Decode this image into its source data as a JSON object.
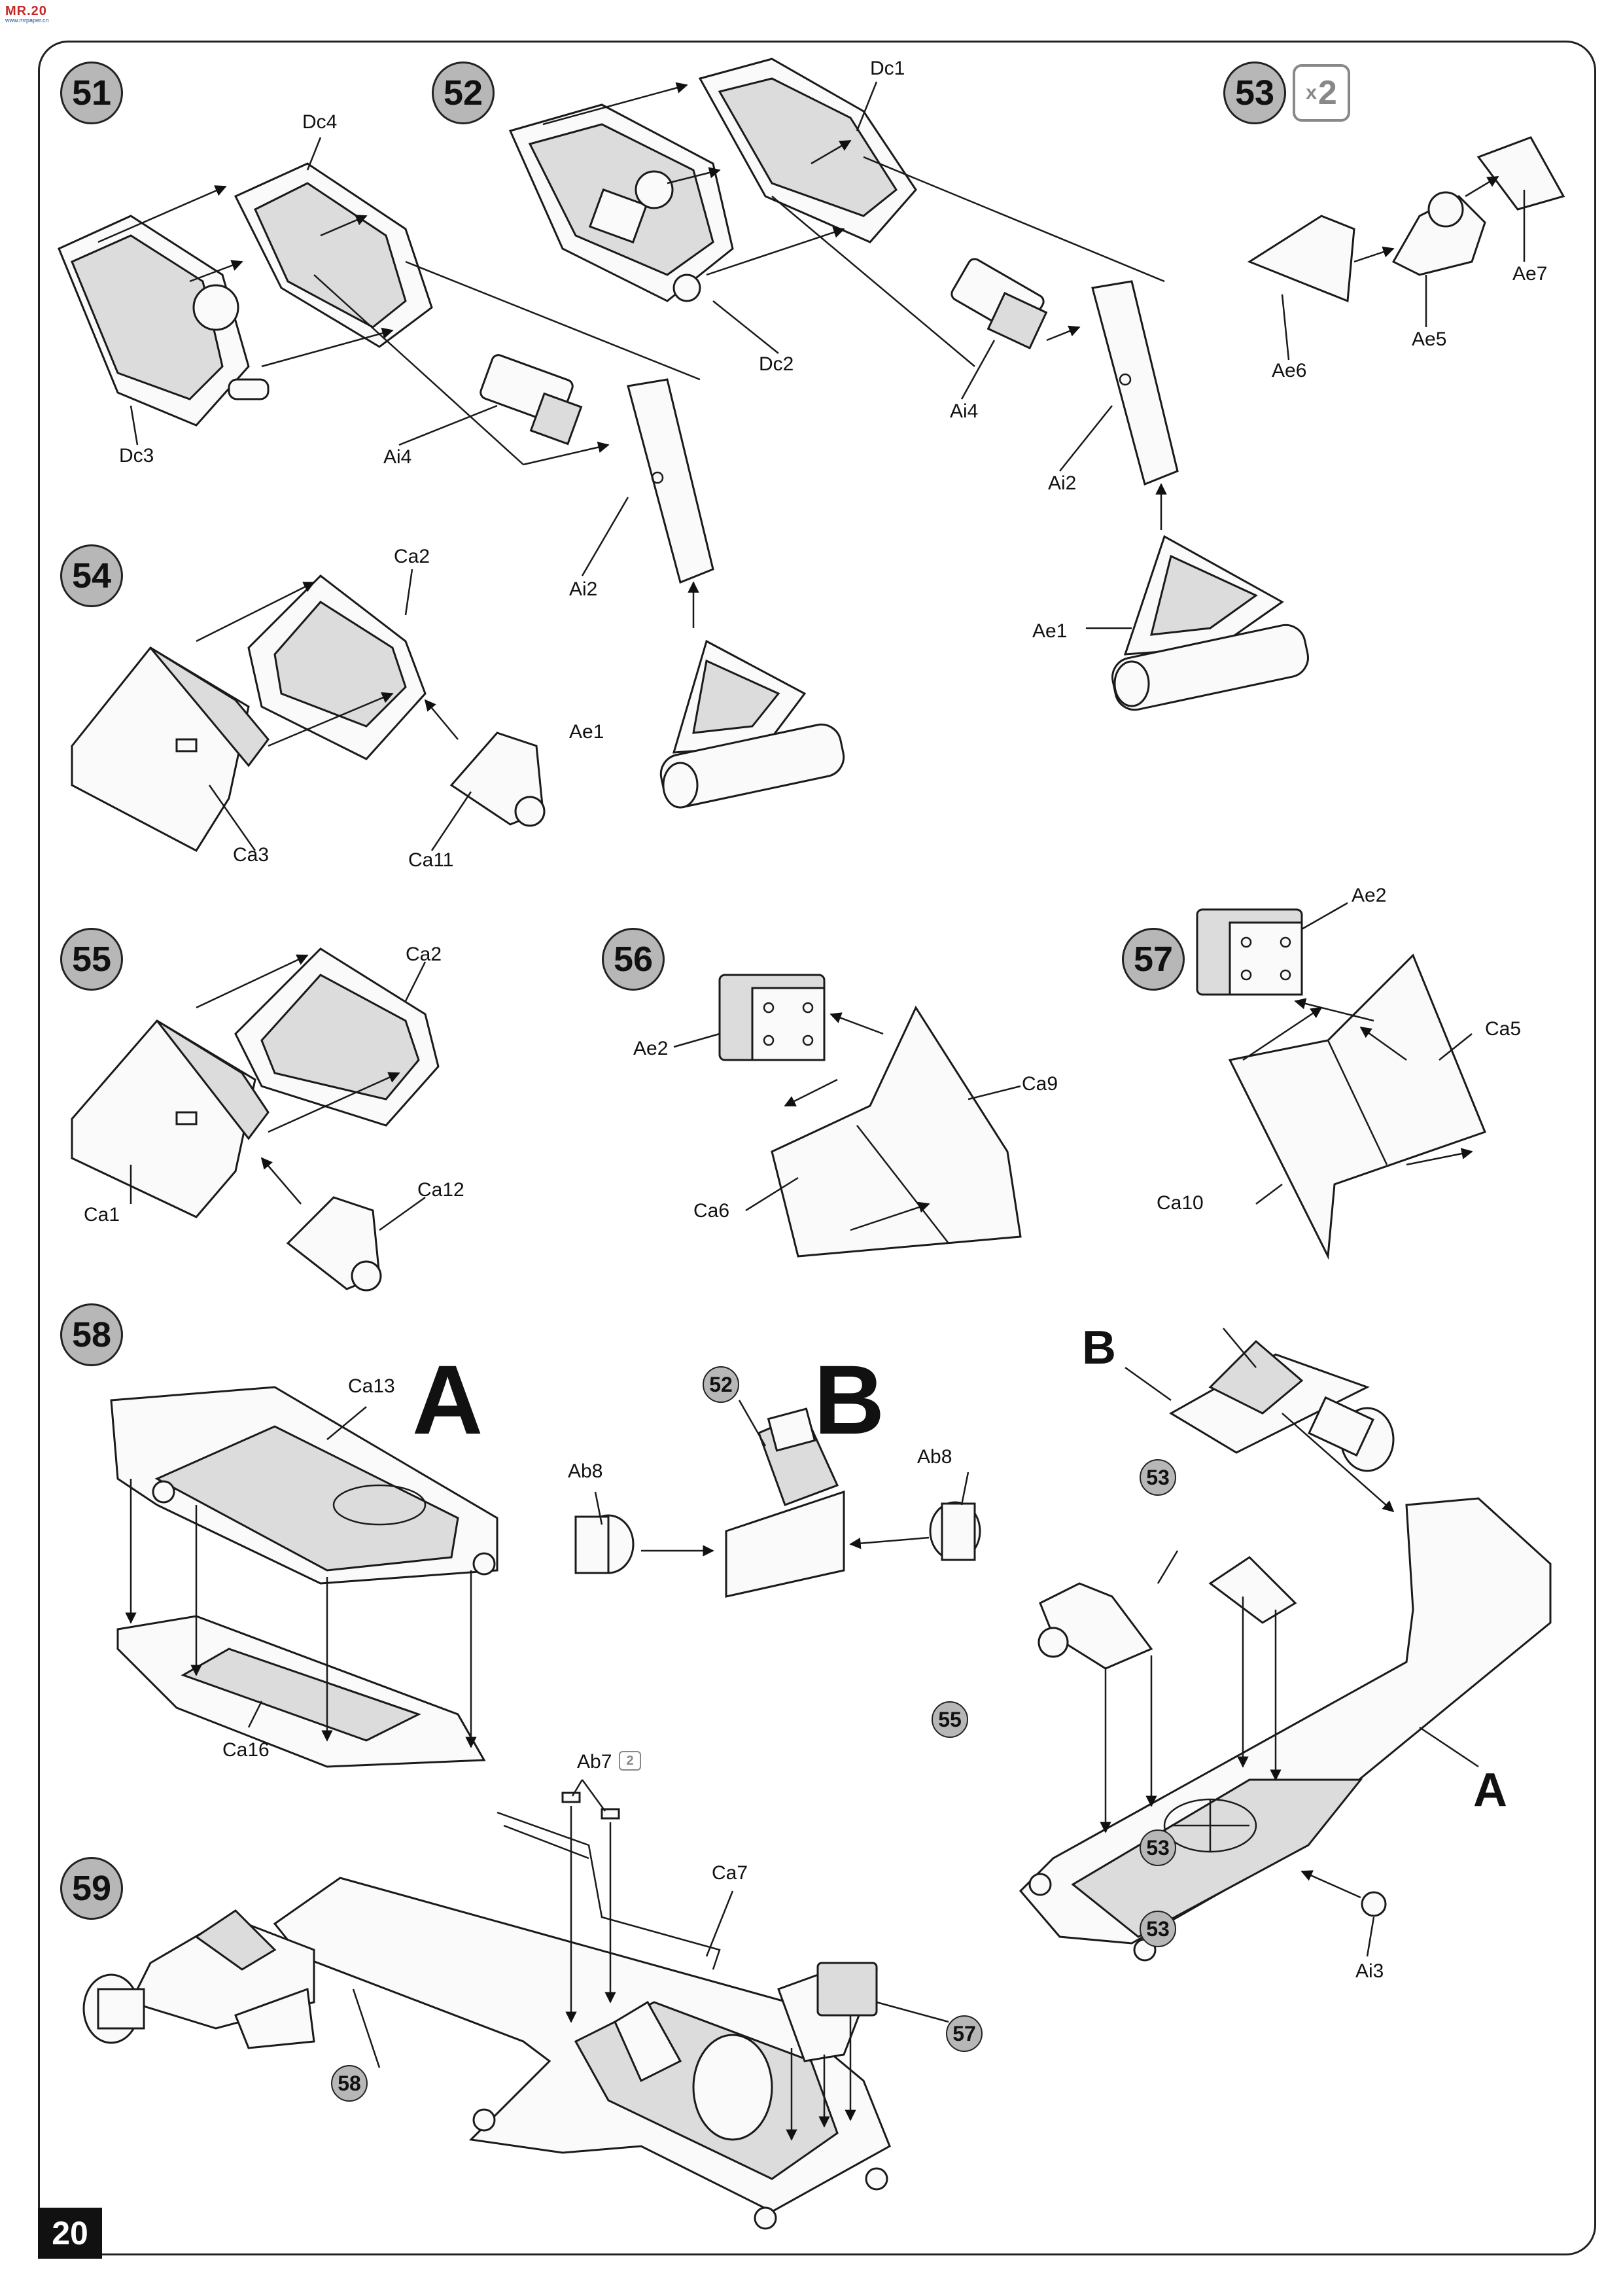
{
  "logo": {
    "text": "MR.20",
    "sub": "www.mrpaper.cn"
  },
  "page_number": "20",
  "steps": {
    "s51": "51",
    "s52": "52",
    "s53": "53",
    "s54": "54",
    "s55": "55",
    "s56": "56",
    "s57": "57",
    "s58": "58",
    "s59": "59"
  },
  "multipliers": {
    "step53": "2",
    "ab7": "2",
    "x": "x"
  },
  "parts": {
    "dc4": "Dc4",
    "dc3": "Dc3",
    "ai4_51": "Ai4",
    "ai2_51": "Ai2",
    "ae1_54": "Ae1",
    "dc1": "Dc1",
    "dc2": "Dc2",
    "ai4_52": "Ai4",
    "ai2_52": "Ai2",
    "ae1_52": "Ae1",
    "ae6": "Ae6",
    "ae5": "Ae5",
    "ae7": "Ae7",
    "ca2_54": "Ca2",
    "ca3": "Ca3",
    "ca11": "Ca11",
    "ca2_55": "Ca2",
    "ca1": "Ca1",
    "ca12": "Ca12",
    "ae2_56": "Ae2",
    "ca9": "Ca9",
    "ca6": "Ca6",
    "ae2_57": "Ae2",
    "ca5": "Ca5",
    "ca10": "Ca10",
    "ca13": "Ca13",
    "ca16": "Ca16",
    "ab8_left": "Ab8",
    "ab8_right": "Ab8",
    "ab7": "Ab7",
    "ca7": "Ca7",
    "ai3": "Ai3"
  },
  "subassemblies": {
    "a": "A",
    "b": "B",
    "b_top": "B",
    "a_right": "A"
  },
  "references": {
    "r52": "52",
    "r53": "53",
    "r55": "55",
    "r58": "58",
    "r57": "57"
  }
}
